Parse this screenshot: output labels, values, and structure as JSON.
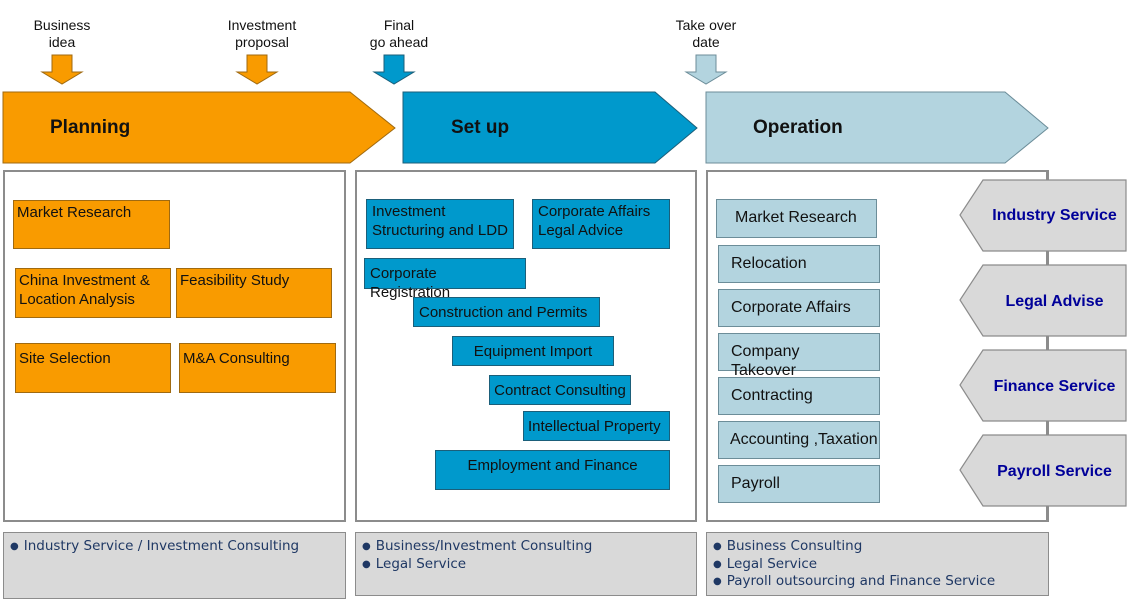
{
  "milestones": [
    {
      "label": "Business idea",
      "lines": [
        "Business",
        "idea"
      ],
      "color": "#f99b00"
    },
    {
      "label": "Investment proposal",
      "lines": [
        "Investment",
        "proposal"
      ],
      "color": "#f99b00"
    },
    {
      "label": "Final go ahead",
      "lines": [
        "Final",
        "go ahead"
      ],
      "color": "#0099cc"
    },
    {
      "label": "Take over date",
      "lines": [
        "Take over",
        "date"
      ],
      "color": "#b3d4df"
    }
  ],
  "phases": [
    {
      "label": "Planning",
      "color": "#f99b00"
    },
    {
      "label": "Set up",
      "color": "#0099cc"
    },
    {
      "label": "Operation",
      "color": "#b3d4df"
    }
  ],
  "planning_items": [
    "Market  Research",
    "China Investment & Location Analysis",
    "Feasibility Study",
    "Site Selection",
    "M&A Consulting"
  ],
  "setup_items": [
    "Investment Structuring and LDD",
    "Corporate Affairs Legal Advice",
    "Corporate Registration",
    "Construction and Permits",
    "Equipment Import",
    "Contract Consulting",
    "Intellectual Property",
    "Employment and Finance"
  ],
  "operation_items": [
    "Market Research",
    "Relocation",
    "Corporate Affairs",
    "Company Takeover",
    "Contracting",
    "Accounting ,Taxation",
    "Payroll"
  ],
  "services": [
    "Industry Service",
    "Legal Advise",
    "Finance Service",
    "Payroll Service"
  ],
  "bottom": {
    "planning": [
      "Industry Service / Investment Consulting"
    ],
    "setup": [
      "Business/Investment Consulting",
      "Legal Service"
    ],
    "operation": [
      "Business Consulting",
      "Legal Service",
      "Payroll outsourcing and Finance Service"
    ]
  }
}
